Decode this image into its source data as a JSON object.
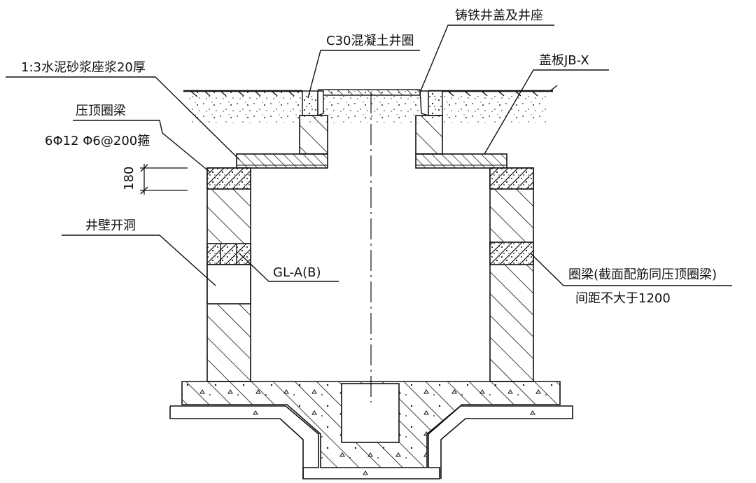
{
  "labels": {
    "cast_iron_cover": "铸铁井盖及井座",
    "c30_ring": "C30混凝土井圈",
    "mortar_bed": "1:3水泥砂浆座浆20厚",
    "cover_slab": "盖板JB-X",
    "top_ring_beam": "压顶圈梁",
    "top_ring_beam_rebar": "6Φ12  Φ6@200箍",
    "dim_180": "180",
    "wall_opening": "井壁开洞",
    "lintel": "GL-A(B)",
    "ring_beam": "圈梁(截面配筋同压顶圈梁)",
    "ring_beam_spacing": "间距不大于1200"
  },
  "colors": {
    "line": "#111111",
    "background": "#ffffff"
  }
}
